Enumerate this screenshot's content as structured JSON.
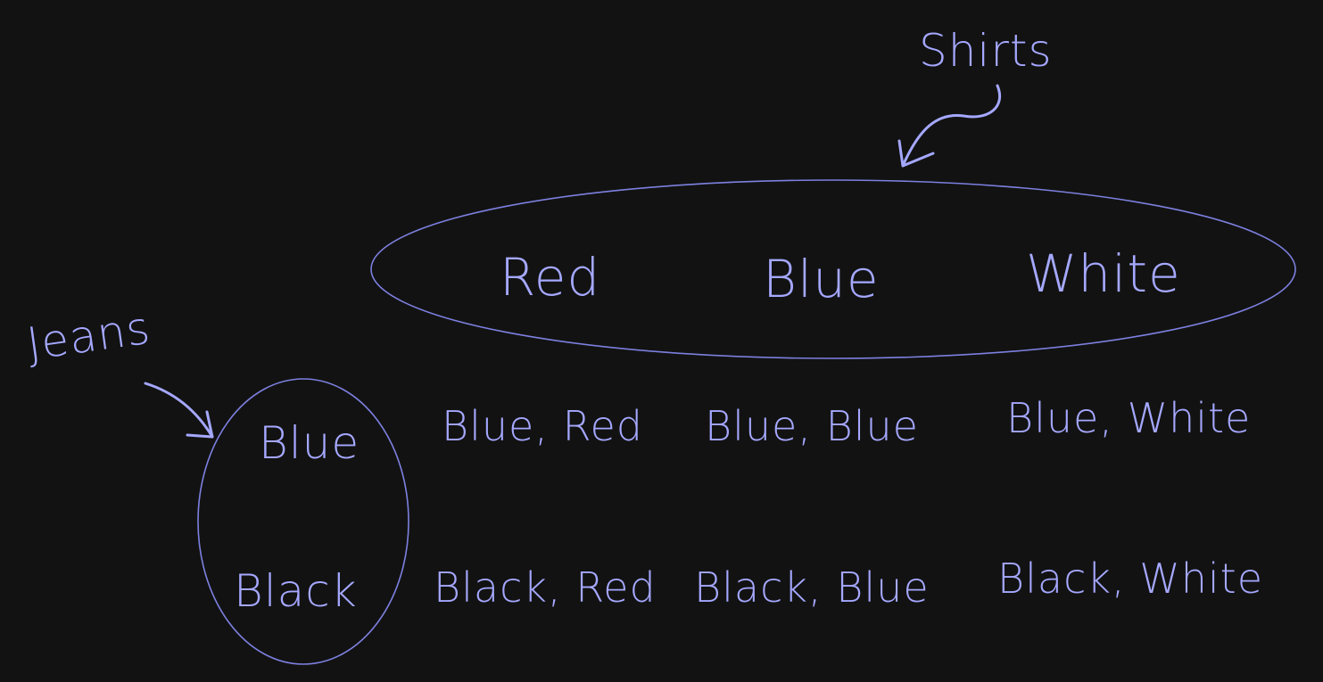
{
  "colors": {
    "background": "#121212",
    "ink": "#a5a8ff",
    "outline": "#7d80e0"
  },
  "labels": {
    "shirts": "Shirts",
    "jeans": "Jeans"
  },
  "shirts": [
    "Red",
    "Blue",
    "White"
  ],
  "jeans": [
    "Blue",
    "Black"
  ],
  "combinations": [
    [
      "Blue, Red",
      "Blue, Blue",
      "Blue, White"
    ],
    [
      "Black, Red",
      "Black, Blue",
      "Black, White"
    ]
  ]
}
